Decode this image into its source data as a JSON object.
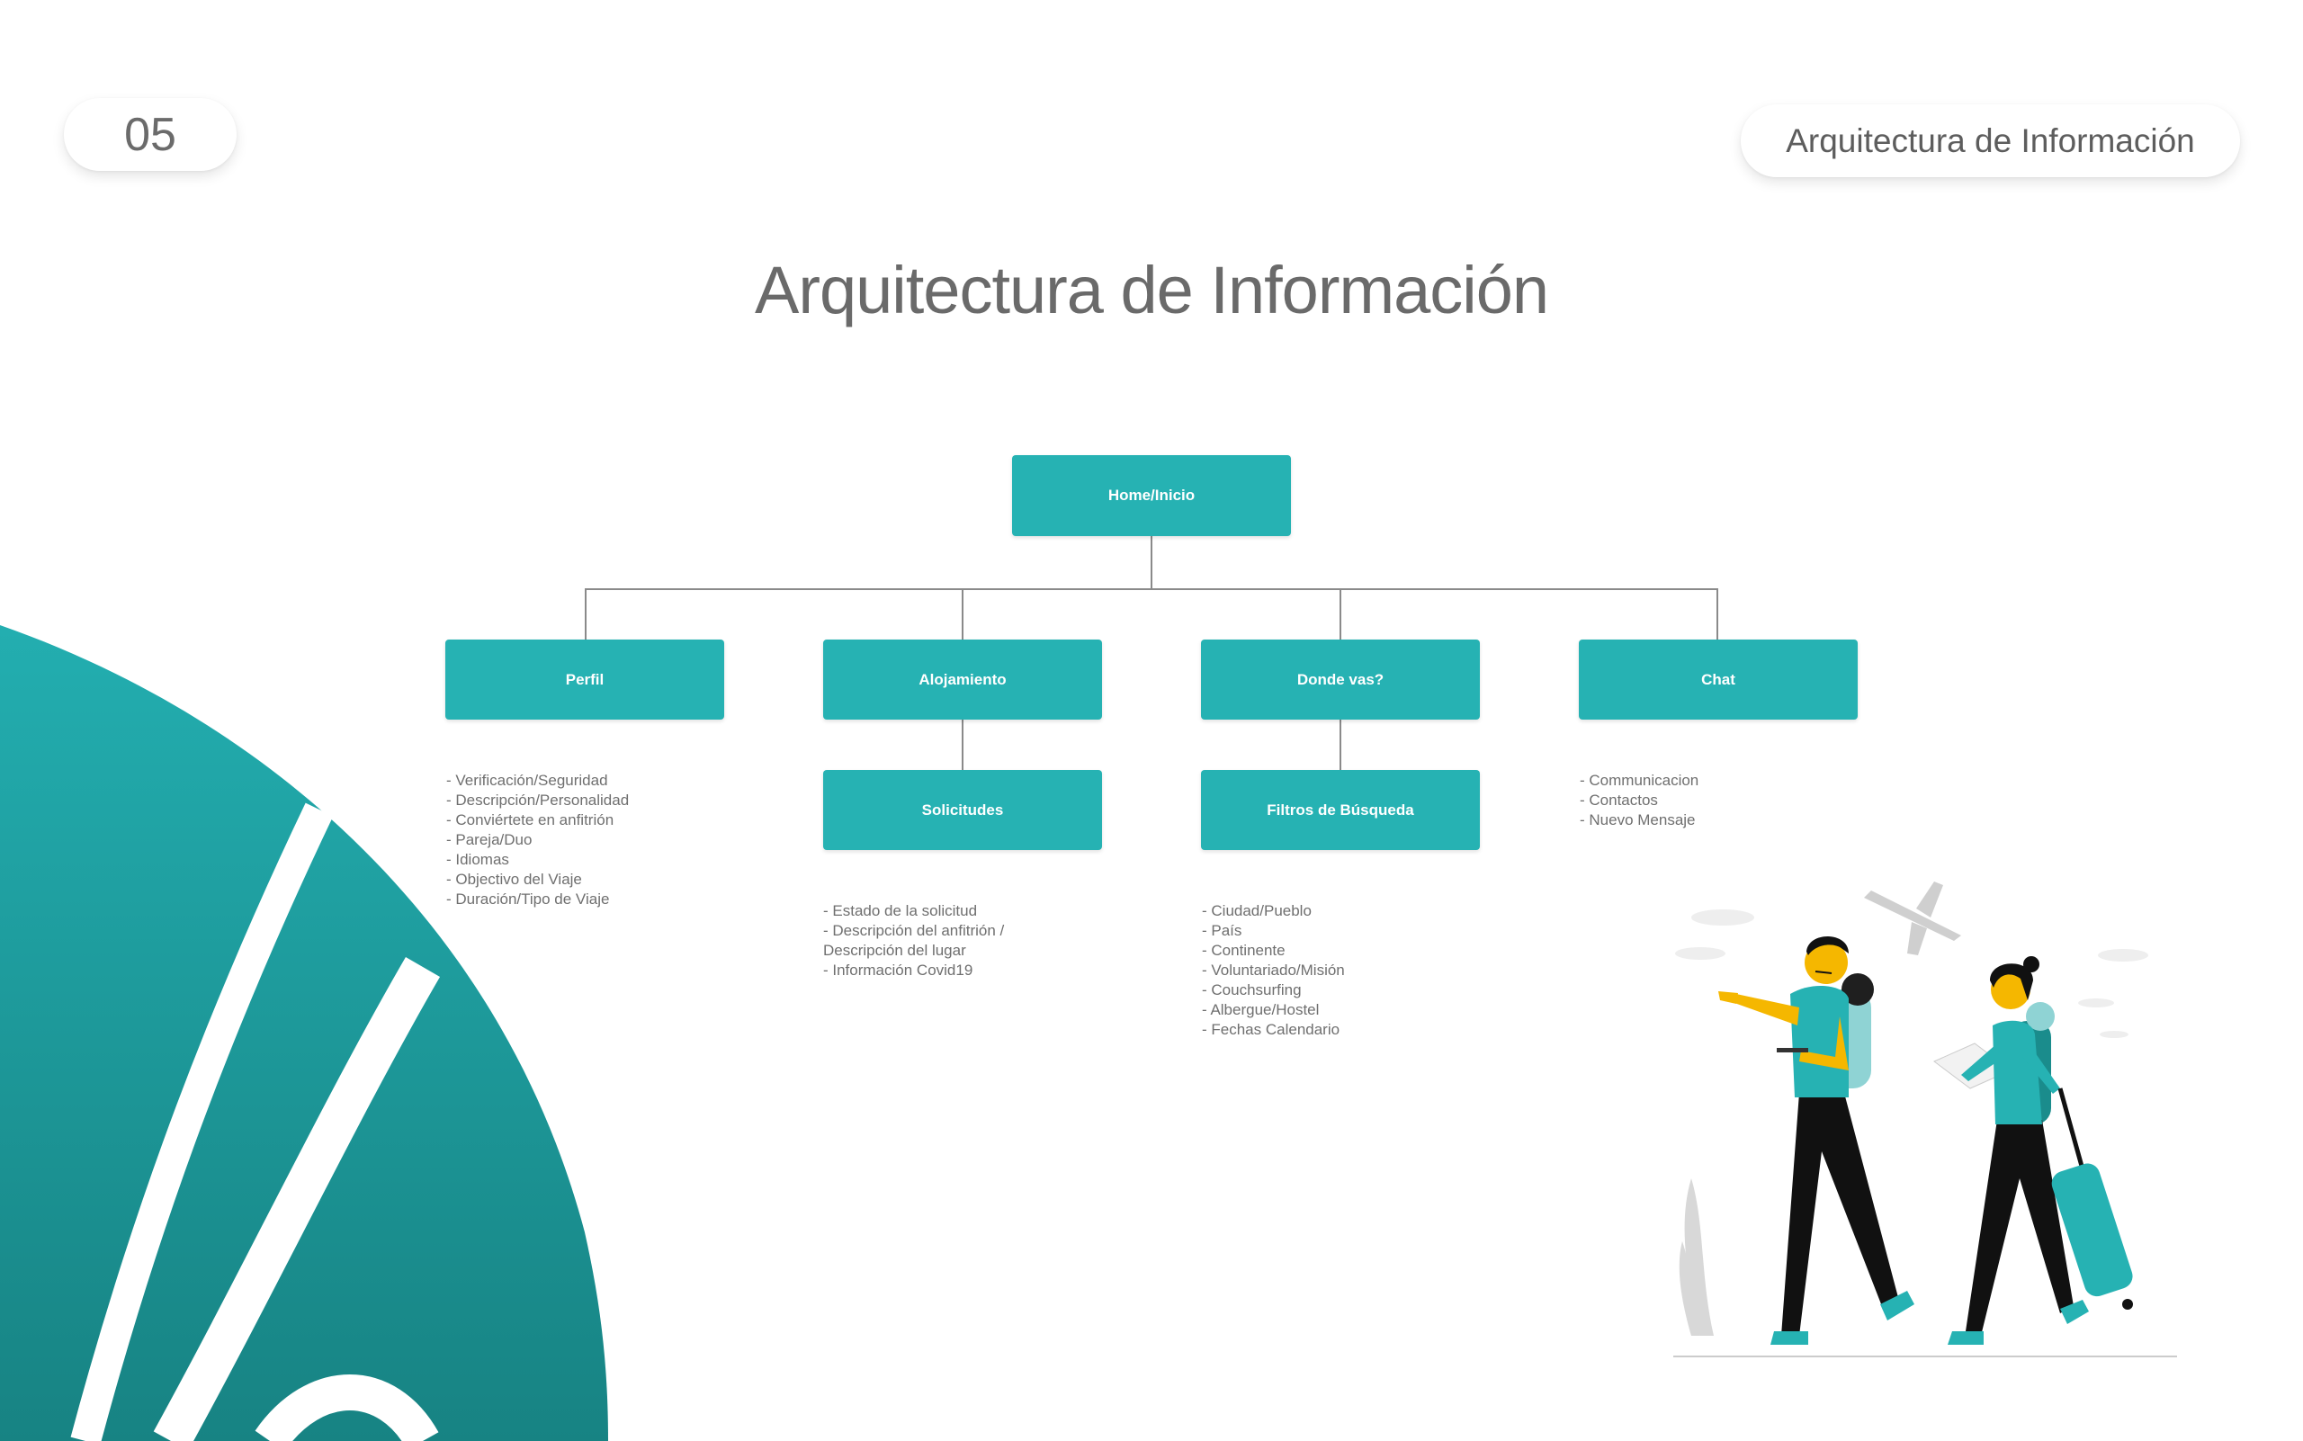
{
  "header": {
    "page_number": "05",
    "section_label": "Arquitectura de Información"
  },
  "title": "Arquitectura de Información",
  "diagram": {
    "root": "Home/Inicio",
    "level1": {
      "perfil": "Perfil",
      "alojamiento": "Alojamiento",
      "donde": "Donde vas?",
      "chat": "Chat"
    },
    "level2": {
      "solicitudes": "Solicitudes",
      "filtros": "Filtros de Búsqueda"
    },
    "lists": {
      "perfil": [
        "- Verificación/Seguridad",
        "- Descripción/Personalidad",
        "- Conviértete en anfitrión",
        "- Pareja/Duo",
        "- Idiomas",
        "- Objectivo del Viaje",
        "- Duración/Tipo de Viaje"
      ],
      "solicitudes": [
        "- Estado de la solicitud",
        "- Descripción del anfitrión /",
        "Descripción del lugar",
        "- Información Covid19"
      ],
      "filtros": [
        "- Ciudad/Pueblo",
        "- País",
        "- Continente",
        "- Voluntariado/Misión",
        "- Couchsurfing",
        "- Albergue/Hostel",
        "- Fechas Calendario"
      ],
      "chat": [
        "- Communicacion",
        "- Contactos",
        "- Nuevo Mensaje"
      ]
    }
  },
  "colors": {
    "accent": "#26b2b3",
    "accent_dark": "#1a8c8c",
    "text": "#6a6a6a",
    "line": "#8a8a8a"
  }
}
